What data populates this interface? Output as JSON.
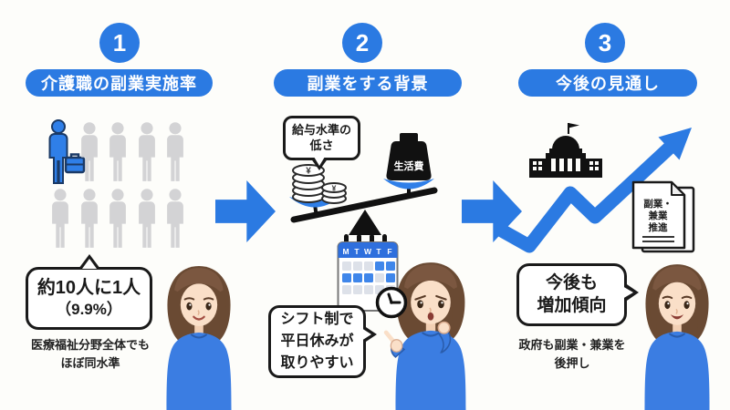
{
  "colors": {
    "primary_blue": "#2b7ae2",
    "accent_blue": "#3f86ea",
    "person_gray": "#d3d3d5",
    "ink_black": "#1a1a1a"
  },
  "steps": [
    {
      "number": "1",
      "title": "介護職の副業実施率",
      "bubble_line1": "約10人に1人",
      "bubble_line2": "（9.9%）",
      "caption_line1": "医療福祉分野全体でも",
      "caption_line2": "ほぼ同水準"
    },
    {
      "number": "2",
      "title": "副業をする背景",
      "salary_bubble_line1": "給与水準の",
      "salary_bubble_line2": "低さ",
      "coin_symbol": "¥",
      "weight_label": "生活費",
      "calendar_days": [
        "M",
        "T",
        "W",
        "T",
        "F"
      ],
      "bubble_line1": "シフト制で",
      "bubble_line2": "平日休みが",
      "bubble_line3": "取りやすい"
    },
    {
      "number": "3",
      "title": "今後の見通し",
      "doc_line1": "副業・",
      "doc_line2": "兼業",
      "doc_line3": "推進",
      "bubble_line1": "今後も",
      "bubble_line2": "増加傾向",
      "caption_line1": "政府も副業・兼業を",
      "caption_line2": "後押し"
    }
  ]
}
